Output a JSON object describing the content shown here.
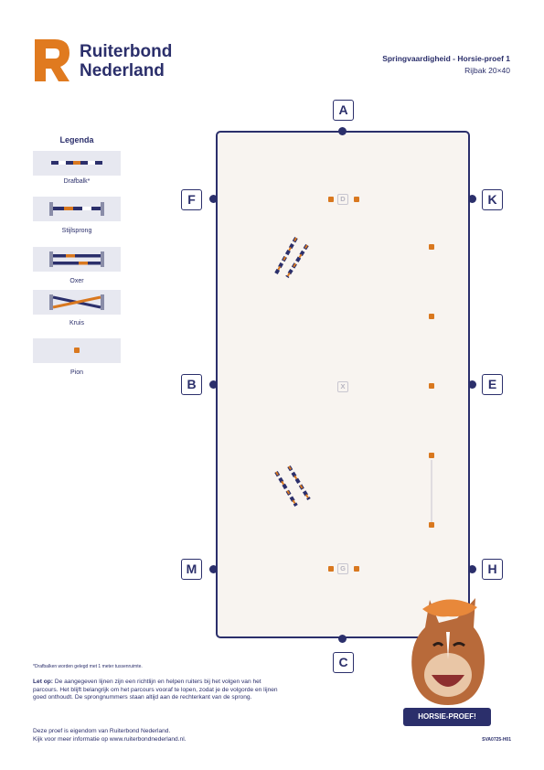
{
  "brand": {
    "line1": "Ruiterbond",
    "line2": "Nederland"
  },
  "header": {
    "title": "Springvaardigheid - Horsie-proef 1",
    "subtitle": "Rijbak 20×40"
  },
  "legend": {
    "title": "Legenda",
    "items": [
      {
        "label": "Drafbalk*",
        "icon": "trot-pole-icon"
      },
      {
        "label": "Stijlsprong",
        "icon": "vertical-jump-icon"
      },
      {
        "label": "Oxer",
        "icon": "oxer-icon"
      },
      {
        "label": "Kruis",
        "icon": "cross-jump-icon"
      },
      {
        "label": "Pion",
        "icon": "cone-icon"
      }
    ]
  },
  "arena_letters": {
    "A": "A",
    "K": "K",
    "E": "E",
    "H": "H",
    "C": "C",
    "M": "M",
    "B": "B",
    "F": "F"
  },
  "arena_markers": {
    "D": "D",
    "X": "X",
    "G": "G"
  },
  "footer": {
    "note": "*Drafbalken worden gelegd met 1 meter tussenruimte.",
    "letop_label": "Let op:",
    "letop_text": "De aangegeven lijnen zijn een richtlijn en helpen ruiters bij het volgen van het parcours. Het blijft belangrijk om het parcours vooraf te lopen, zodat je de volgorde en lijnen goed onthoudt. De sprongnummers staan altijd aan de rechterkant van de sprong.",
    "owner_line1": "Deze proef is eigendom van Ruiterbond Nederland.",
    "owner_line2": "Kijk voor meer informatie op www.ruiterbondnederland.nl.",
    "code": "SVA0725-H01",
    "badge": "HORSIE-PROEF!"
  },
  "colors": {
    "navy": "#2b2f6b",
    "orange": "#d9781f",
    "sand": "#f8f4f0",
    "legend_bg": "#e7e8f0"
  }
}
